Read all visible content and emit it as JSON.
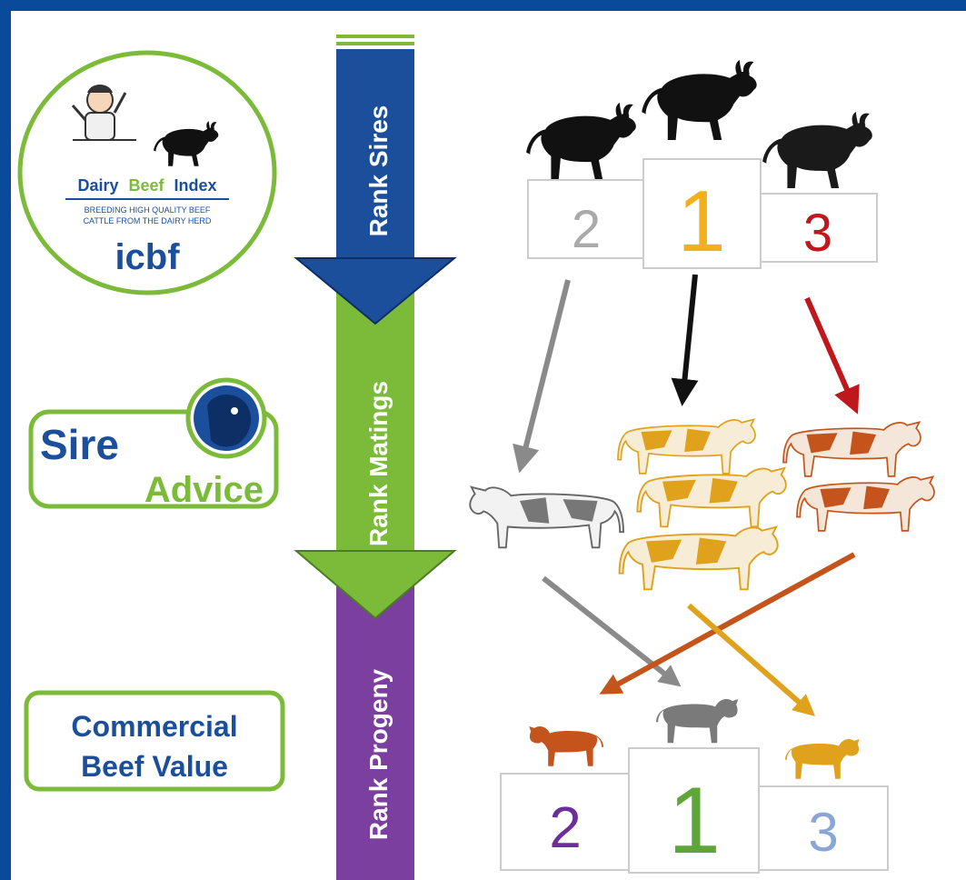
{
  "logos": {
    "dbi": {
      "title_words": [
        "Dairy",
        "Beef",
        "Index"
      ],
      "tagline_1": "BREEDING HIGH QUALITY BEEF",
      "tagline_2": "CATTLE FROM THE DAIRY HERD",
      "brand": "icbf"
    },
    "sire_advice": {
      "line_1": "Sire",
      "line_2": "Advice"
    },
    "cbv": {
      "line_1": "Commercial",
      "line_2": "Beef Value"
    }
  },
  "stages": [
    {
      "label": "Rank Sires"
    },
    {
      "label": "Rank Matings"
    },
    {
      "label": "Rank Progeny"
    }
  ],
  "podiums": {
    "sires": [
      "2",
      "1",
      "3"
    ],
    "progeny": [
      "2",
      "1",
      "3"
    ]
  },
  "colors": {
    "frame": "#0a4a9a",
    "stage_1": "#1b4f9c",
    "stage_2": "#7cbb3a",
    "stage_3": "#7b3fa0",
    "gold": "#f2b01b",
    "red": "#c0171c",
    "grey": "#8a8a8a",
    "orange": "#c4541b",
    "yellow": "#e0a21d",
    "green": "#5ea53a",
    "purple": "#6d2e9c",
    "light_blue": "#8aa6d6"
  },
  "icons": [
    "bull-icon",
    "dairy-cow-icon",
    "calf-icon",
    "cow-head-icon",
    "farmer-icon",
    "down-arrow-icon"
  ]
}
